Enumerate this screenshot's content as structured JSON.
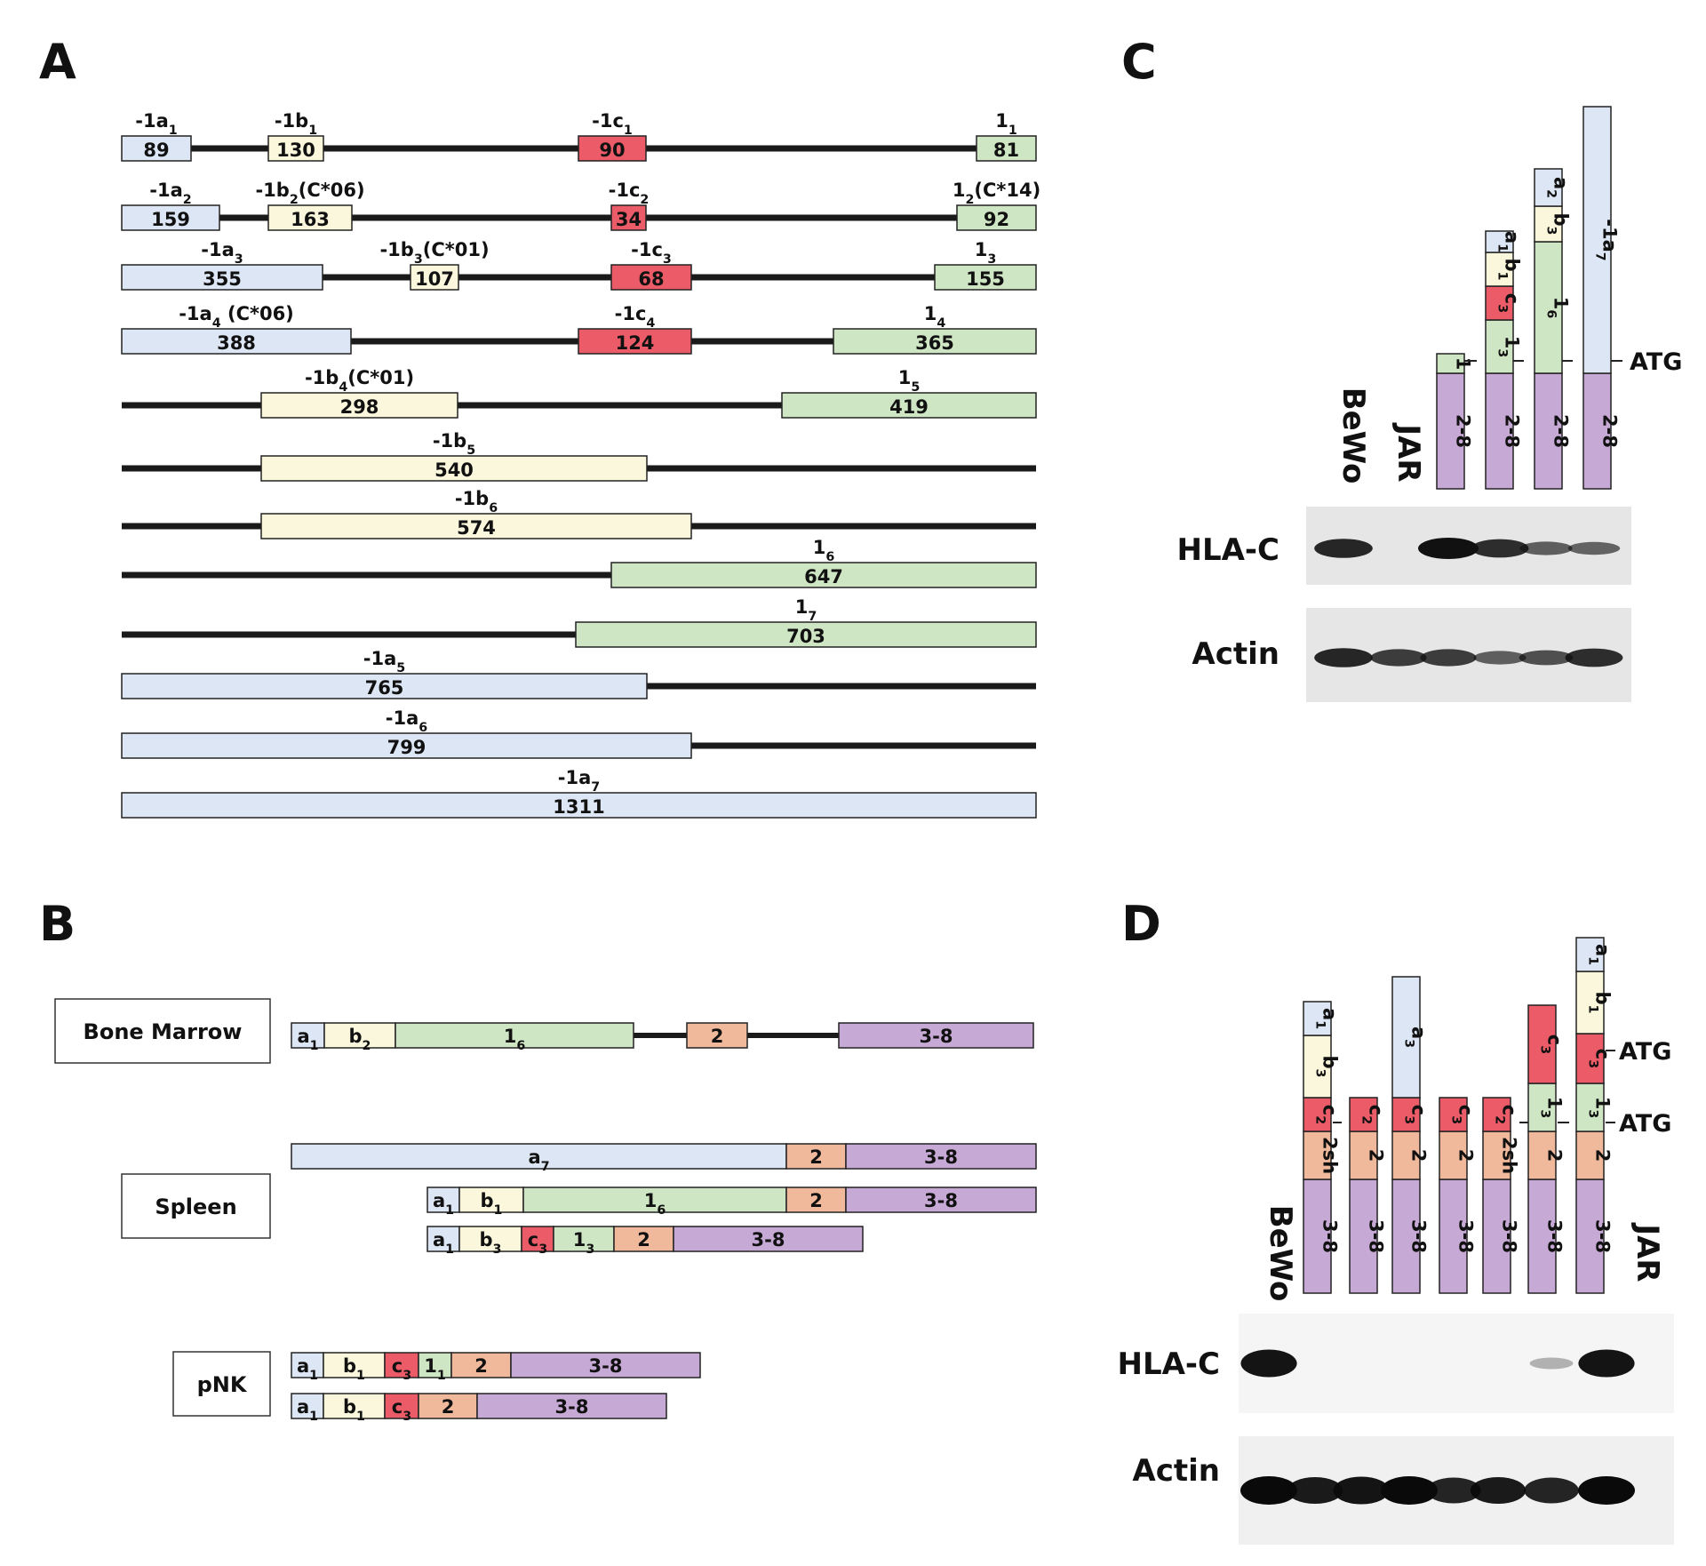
{
  "panels": {
    "a": "A",
    "b": "B",
    "c": "C",
    "d": "D"
  },
  "colors": {
    "a_exon": "#dde6f4",
    "b_exon": "#fbf7dc",
    "c_exon": "#ec5c68",
    "one_exon": "#cfe6c5",
    "exon2": "#f1b99c",
    "exon38": "#c7a9d6",
    "line": "#1a1a1a"
  },
  "panelA": {
    "rows": [
      {
        "exons": [
          {
            "name": "-1a",
            "sub": "1",
            "suffix": "",
            "size": "89",
            "color": "a"
          },
          {
            "name": "-1b",
            "sub": "1",
            "suffix": "",
            "size": "130",
            "color": "b"
          },
          {
            "name": "-1c",
            "sub": "1",
            "suffix": "",
            "size": "90",
            "color": "c"
          },
          {
            "name": "1",
            "sub": "1",
            "suffix": "",
            "size": "81",
            "color": "g"
          }
        ]
      },
      {
        "exons": [
          {
            "name": "-1a",
            "sub": "2",
            "suffix": "",
            "size": "159",
            "color": "a"
          },
          {
            "name": "-1b",
            "sub": "2",
            "suffix": "(C*06)",
            "size": "163",
            "color": "b"
          },
          {
            "name": "-1c",
            "sub": "2",
            "suffix": "",
            "size": "34",
            "color": "c"
          },
          {
            "name": "1",
            "sub": "2",
            "suffix": "(C*14)",
            "size": "92",
            "color": "g"
          }
        ]
      },
      {
        "exons": [
          {
            "name": "-1a",
            "sub": "3",
            "suffix": "",
            "size": "355",
            "color": "a"
          },
          {
            "name": "-1b",
            "sub": "3",
            "suffix": "(C*01)",
            "size": "107",
            "color": "b"
          },
          {
            "name": "-1c",
            "sub": "3",
            "suffix": "",
            "size": "68",
            "color": "c"
          },
          {
            "name": "1",
            "sub": "3",
            "suffix": "",
            "size": "155",
            "color": "g"
          }
        ]
      },
      {
        "exons": [
          {
            "name": "-1a",
            "sub": "4",
            "suffix": " (C*06)",
            "size": "388",
            "color": "a"
          },
          {
            "name": "-1c",
            "sub": "4",
            "suffix": "",
            "size": "124",
            "color": "c"
          },
          {
            "name": "1",
            "sub": "4",
            "suffix": "",
            "size": "365",
            "color": "g"
          }
        ]
      },
      {
        "exons": [
          {
            "name": "-1b",
            "sub": "4",
            "suffix": "(C*01)",
            "size": "298",
            "color": "b"
          },
          {
            "name": "1",
            "sub": "5",
            "suffix": "",
            "size": "419",
            "color": "g"
          }
        ]
      },
      {
        "exons": [
          {
            "name": "-1b",
            "sub": "5",
            "suffix": "",
            "size": "540",
            "color": "b"
          }
        ]
      },
      {
        "exons": [
          {
            "name": "-1b",
            "sub": "6",
            "suffix": "",
            "size": "574",
            "color": "b"
          }
        ]
      },
      {
        "exons": [
          {
            "name": "1",
            "sub": "6",
            "suffix": "",
            "size": "647",
            "color": "g"
          }
        ]
      },
      {
        "exons": [
          {
            "name": "1",
            "sub": "7",
            "suffix": "",
            "size": "703",
            "color": "g"
          }
        ]
      },
      {
        "exons": [
          {
            "name": "-1a",
            "sub": "5",
            "suffix": "",
            "size": "765",
            "color": "a"
          }
        ]
      },
      {
        "exons": [
          {
            "name": "-1a",
            "sub": "6",
            "suffix": "",
            "size": "799",
            "color": "a"
          }
        ]
      },
      {
        "exons": [
          {
            "name": "-1a",
            "sub": "7",
            "suffix": "",
            "size": "1311",
            "color": "a"
          }
        ]
      }
    ]
  },
  "panelB": {
    "tissues": [
      "Bone Marrow",
      "Spleen",
      "pNK"
    ],
    "transcripts": [
      {
        "tissue": "Bone Marrow",
        "segs": [
          {
            "base": "a",
            "sub": "1",
            "color": "a"
          },
          {
            "base": "b",
            "sub": "2",
            "color": "b"
          },
          {
            "base": "1",
            "sub": "6",
            "color": "g"
          },
          {
            "base": "2",
            "sub": "",
            "color": "e2"
          },
          {
            "base": "3-8",
            "sub": "",
            "color": "e38"
          }
        ]
      },
      {
        "tissue": "Spleen",
        "segs": [
          {
            "base": "a",
            "sub": "7",
            "color": "a"
          },
          {
            "base": "2",
            "sub": "",
            "color": "e2"
          },
          {
            "base": "3-8",
            "sub": "",
            "color": "e38"
          }
        ]
      },
      {
        "tissue": "Spleen",
        "segs": [
          {
            "base": "a",
            "sub": "1",
            "color": "a"
          },
          {
            "base": "b",
            "sub": "1",
            "color": "b"
          },
          {
            "base": "1",
            "sub": "6",
            "color": "g"
          },
          {
            "base": "2",
            "sub": "",
            "color": "e2"
          },
          {
            "base": "3-8",
            "sub": "",
            "color": "e38"
          }
        ]
      },
      {
        "tissue": "Spleen",
        "segs": [
          {
            "base": "a",
            "sub": "1",
            "color": "a"
          },
          {
            "base": "b",
            "sub": "3",
            "color": "b"
          },
          {
            "base": "c",
            "sub": "3",
            "color": "c"
          },
          {
            "base": "1",
            "sub": "3",
            "color": "g"
          },
          {
            "base": "2",
            "sub": "",
            "color": "e2"
          },
          {
            "base": "3-8",
            "sub": "",
            "color": "e38"
          }
        ]
      },
      {
        "tissue": "pNK",
        "segs": [
          {
            "base": "a",
            "sub": "1",
            "color": "a"
          },
          {
            "base": "b",
            "sub": "1",
            "color": "b"
          },
          {
            "base": "c",
            "sub": "3",
            "color": "c"
          },
          {
            "base": "1",
            "sub": "1",
            "color": "g"
          },
          {
            "base": "2",
            "sub": "",
            "color": "e2"
          },
          {
            "base": "3-8",
            "sub": "",
            "color": "e38"
          }
        ]
      },
      {
        "tissue": "pNK",
        "segs": [
          {
            "base": "a",
            "sub": "1",
            "color": "a"
          },
          {
            "base": "b",
            "sub": "1",
            "color": "b"
          },
          {
            "base": "c",
            "sub": "3",
            "color": "c"
          },
          {
            "base": "2",
            "sub": "",
            "color": "e2"
          },
          {
            "base": "3-8",
            "sub": "",
            "color": "e38"
          }
        ]
      }
    ]
  },
  "panelC": {
    "lanes": [
      "BeWo",
      "JAR"
    ],
    "constructs": [
      {
        "segs": [
          {
            "base": "2-8",
            "sub": "",
            "color": "e38"
          },
          {
            "base": "1",
            "sub": "",
            "color": "g"
          }
        ]
      },
      {
        "segs": [
          {
            "base": "2-8",
            "sub": "",
            "color": "e38"
          },
          {
            "base": "1",
            "sub": "3",
            "color": "g"
          },
          {
            "base": "c",
            "sub": "3",
            "color": "c"
          },
          {
            "base": "b",
            "sub": "1",
            "color": "b"
          },
          {
            "base": "a",
            "sub": "1",
            "color": "a"
          }
        ]
      },
      {
        "segs": [
          {
            "base": "2-8",
            "sub": "",
            "color": "e38"
          },
          {
            "base": "1",
            "sub": "6",
            "color": "g"
          },
          {
            "base": "b",
            "sub": "3",
            "color": "b"
          },
          {
            "base": "a",
            "sub": "2",
            "color": "a"
          }
        ]
      },
      {
        "segs": [
          {
            "base": "2-8",
            "sub": "",
            "color": "e38"
          },
          {
            "base": "-1a",
            "sub": "7",
            "color": "a"
          }
        ]
      }
    ],
    "atg": "ATG",
    "blots": [
      "HLA-C",
      "Actin"
    ],
    "hla_c_band_intensity": [
      0.85,
      0,
      1.0,
      0.8,
      0.45,
      0.4
    ],
    "actin_band_intensity": [
      0.85,
      0.7,
      0.7,
      0.45,
      0.55,
      0.8
    ]
  },
  "panelD": {
    "lanes": [
      "BeWo",
      "JAR"
    ],
    "constructs": [
      {
        "segs": [
          {
            "base": "3-8",
            "sub": "",
            "color": "e38"
          },
          {
            "base": "2sh",
            "sub": "",
            "color": "e2"
          },
          {
            "base": "c",
            "sub": "2",
            "color": "c"
          },
          {
            "base": "b",
            "sub": "3",
            "color": "b"
          },
          {
            "base": "a",
            "sub": "1",
            "color": "a"
          }
        ]
      },
      {
        "segs": [
          {
            "base": "3-8",
            "sub": "",
            "color": "e38"
          },
          {
            "base": "2",
            "sub": "",
            "color": "e2"
          },
          {
            "base": "c",
            "sub": "2",
            "color": "c"
          }
        ]
      },
      {
        "segs": [
          {
            "base": "3-8",
            "sub": "",
            "color": "e38"
          },
          {
            "base": "2",
            "sub": "",
            "color": "e2"
          },
          {
            "base": "c",
            "sub": "3",
            "color": "c"
          },
          {
            "base": "a",
            "sub": "3",
            "color": "a"
          }
        ]
      },
      {
        "segs": [
          {
            "base": "3-8",
            "sub": "",
            "color": "e38"
          },
          {
            "base": "2",
            "sub": "",
            "color": "e2"
          },
          {
            "base": "c",
            "sub": "3",
            "color": "c"
          }
        ]
      },
      {
        "segs": [
          {
            "base": "3-8",
            "sub": "",
            "color": "e38"
          },
          {
            "base": "2sh",
            "sub": "",
            "color": "e2"
          },
          {
            "base": "c",
            "sub": "2",
            "color": "c"
          }
        ]
      },
      {
        "segs": [
          {
            "base": "3-8",
            "sub": "",
            "color": "e38"
          },
          {
            "base": "2",
            "sub": "",
            "color": "e2"
          },
          {
            "base": "1",
            "sub": "3",
            "color": "g"
          },
          {
            "base": "c",
            "sub": "3",
            "color": "c"
          }
        ]
      },
      {
        "segs": [
          {
            "base": "3-8",
            "sub": "",
            "color": "e38"
          },
          {
            "base": "2",
            "sub": "",
            "color": "e2"
          },
          {
            "base": "1",
            "sub": "3",
            "color": "g"
          },
          {
            "base": "c",
            "sub": "3",
            "color": "c"
          },
          {
            "base": "b",
            "sub": "1",
            "color": "b"
          },
          {
            "base": "a",
            "sub": "1",
            "color": "a"
          }
        ]
      }
    ],
    "atg": [
      "ATG",
      "ATG"
    ],
    "blots": [
      "HLA-C",
      "Actin"
    ],
    "hla_c_band_intensity": [
      0.95,
      0,
      0,
      0,
      0,
      0,
      0.05,
      0.95
    ],
    "actin_band_intensity": [
      1.0,
      0.9,
      0.95,
      1.0,
      0.85,
      0.9,
      0.85,
      1.0
    ]
  }
}
